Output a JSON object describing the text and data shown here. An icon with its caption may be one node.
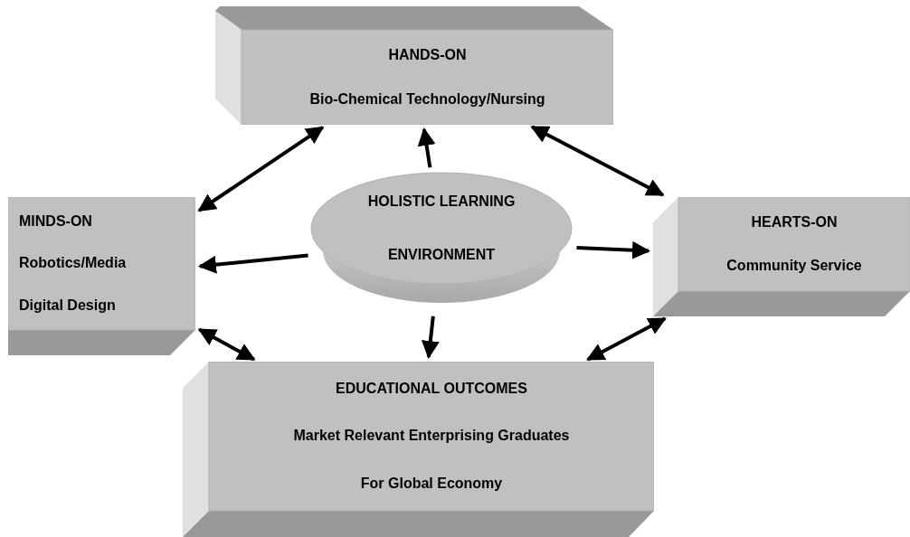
{
  "diagram": {
    "nodes": [
      {
        "text": [
          "HANDS-ON",
          "Bio-Chemical Technology/Nursing"
        ]
      },
      {
        "text": [
          "MINDS-ON",
          "Robotics/Media",
          "Digital Design"
        ]
      },
      {
        "text": [
          "HOLISTIC LEARNING",
          "ENVIRONMENT"
        ]
      },
      {
        "text": [
          "HEARTS-ON",
          "Community Service"
        ]
      },
      {
        "text": [
          "EDUCATIONAL OUTCOMES",
          "Market Relevant Enterprising Graduates",
          "For Global Economy"
        ]
      }
    ],
    "edges": [
      {
        "from": 0,
        "to": 1,
        "arrow": "both"
      },
      {
        "from": 2,
        "to": 0,
        "arrow": "to"
      },
      {
        "from": 0,
        "to": 3,
        "arrow": "both"
      },
      {
        "from": 2,
        "to": 1,
        "arrow": "to"
      },
      {
        "from": 2,
        "to": 3,
        "arrow": "to"
      },
      {
        "from": 1,
        "to": 4,
        "arrow": "both"
      },
      {
        "from": 2,
        "to": 4,
        "arrow": "to"
      },
      {
        "from": 3,
        "to": 4,
        "arrow": "both"
      }
    ]
  }
}
